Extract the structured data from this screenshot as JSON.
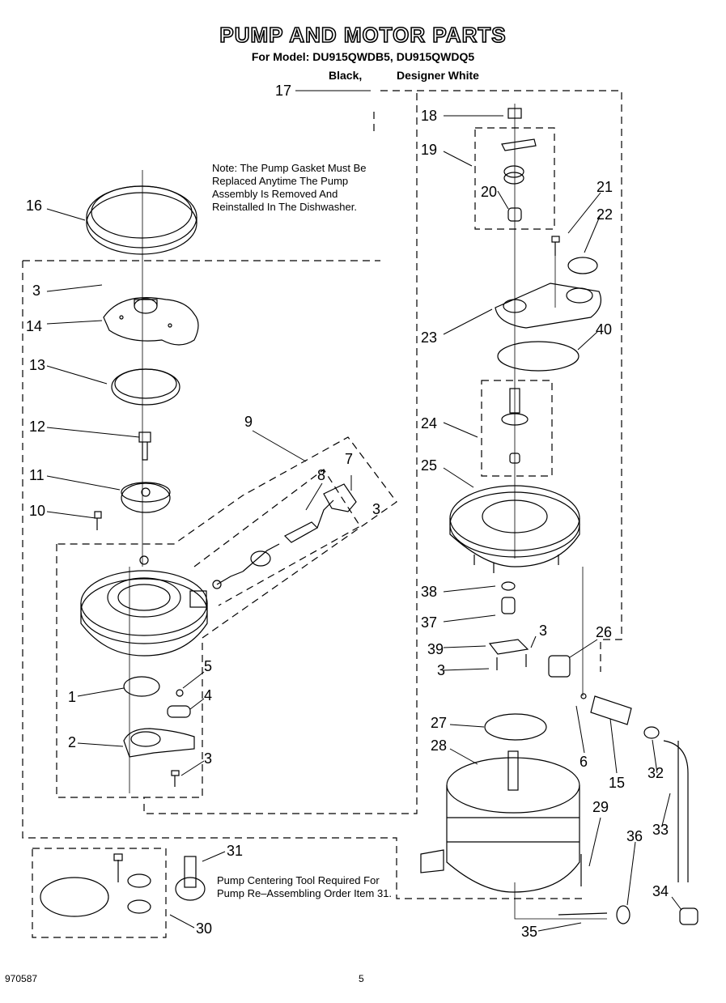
{
  "header": {
    "title": "PUMP AND MOTOR PARTS",
    "model_line": "For Model: DU915QWDB5, DU915QWDQ5",
    "color_black": "Black,",
    "color_white": "Designer White"
  },
  "notes": {
    "gasket": "Note: The Pump Gasket Must Be Replaced Anytime The Pump Assembly Is Removed And Reinstalled In The Dishwasher.",
    "centering_tool": "Pump Centering Tool Required For Pump Re–Assembling Order Item 31."
  },
  "callouts": [
    "17",
    "18",
    "19",
    "20",
    "21",
    "22",
    "16",
    "3",
    "14",
    "23",
    "40",
    "13",
    "12",
    "9",
    "24",
    "25",
    "8",
    "7",
    "11",
    "10",
    "3",
    "38",
    "37",
    "3",
    "39",
    "26",
    "3",
    "5",
    "1",
    "4",
    "6",
    "15",
    "32",
    "27",
    "28",
    "2",
    "3",
    "33",
    "29",
    "36",
    "31",
    "34",
    "30",
    "35"
  ],
  "footer": {
    "doc_number": "970587",
    "page_number": "5"
  },
  "colors": {
    "line": "#000000",
    "background": "#ffffff"
  }
}
